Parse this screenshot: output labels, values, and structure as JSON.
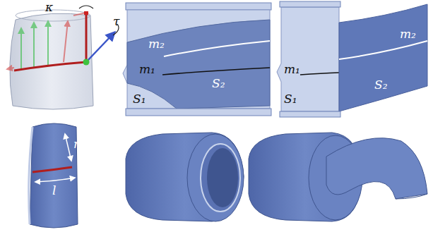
{
  "diagram": {
    "labels": [
      "κ",
      "τ",
      "m₂",
      "m₁",
      "S₂",
      "S₁",
      "m₁",
      "m₂",
      "S₂",
      "S₁",
      "r",
      "l"
    ]
  }
}
